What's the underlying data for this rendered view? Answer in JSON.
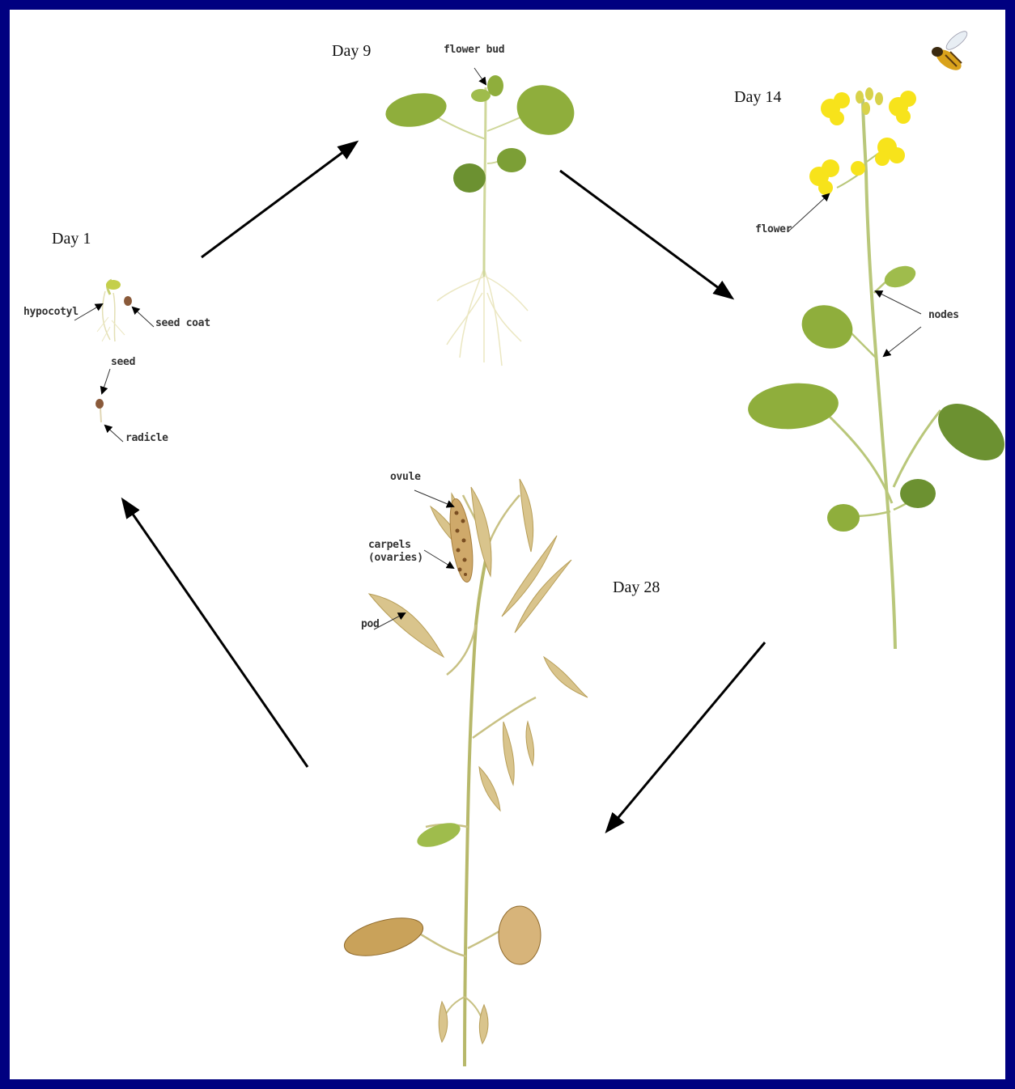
{
  "stages": {
    "day1": "Day 1",
    "day9": "Day 9",
    "day14": "Day 14",
    "day28": "Day 28"
  },
  "labels": {
    "hypocotyl": "hypocotyl",
    "seed_coat": "seed coat",
    "seed": "seed",
    "radicle": "radicle",
    "flower_bud": "flower bud",
    "flower": "flower",
    "nodes": "nodes",
    "ovule": "ovule",
    "carpels": "carpels",
    "ovaries": "(ovaries)",
    "pod": "pod"
  },
  "colors": {
    "border": "#000080",
    "background": "#ffffff",
    "arrow": "#000000",
    "leaf": "#8fae3c",
    "leaf_dark": "#5f7f22",
    "stem": "#b9c77a",
    "flower": "#f7e31b",
    "pod": "#d9c48c",
    "dry_leaf": "#c9a25a",
    "root": "#ebe7c2"
  }
}
